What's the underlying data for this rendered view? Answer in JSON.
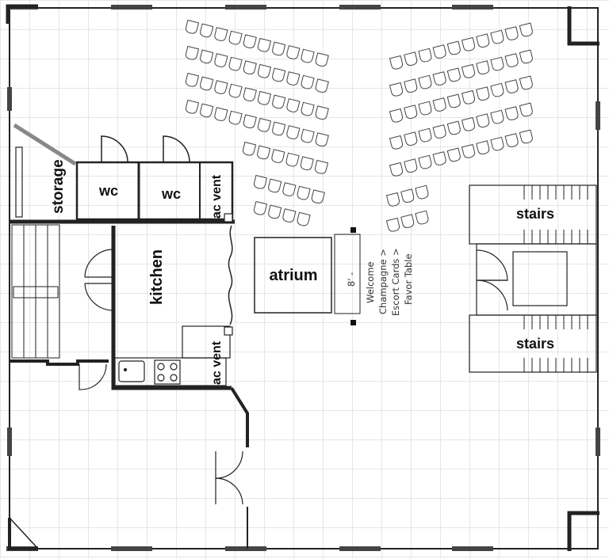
{
  "rooms": {
    "storage": "storage",
    "wc1": "wc",
    "wc2": "wc",
    "ac_vent_top": "ac vent",
    "ac_vent_bottom": "ac vent",
    "kitchen": "kitchen",
    "atrium": "atrium",
    "stairs_top": "stairs",
    "stairs_bottom": "stairs"
  },
  "table": {
    "size": "8' -",
    "note_line1": "Welcome",
    "note_line2": "Champagne >",
    "note_line3": "Escort Cards >",
    "note_line4": "Favor Table"
  },
  "seating": {
    "left_rows": [
      10,
      10,
      10,
      10,
      6,
      5,
      4
    ],
    "right_rows": [
      10,
      10,
      10,
      10,
      10,
      3,
      3
    ]
  }
}
